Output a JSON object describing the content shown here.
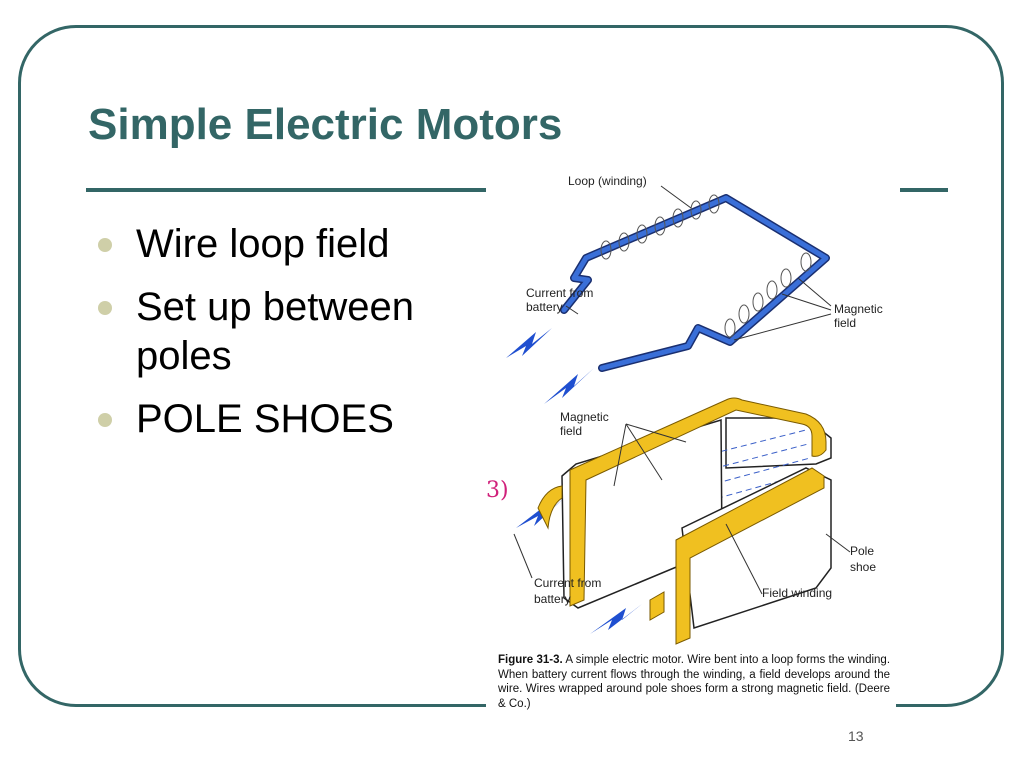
{
  "slide": {
    "title": "Simple Electric Motors",
    "bullets": [
      "Wire loop field",
      "Set up between poles",
      "POLE SHOES"
    ],
    "page_number": "13"
  },
  "figure": {
    "labels": {
      "loop_winding": "Loop (winding)",
      "current_from_battery_top_1": "Current from",
      "current_from_battery_top_2": "battery",
      "magnetic_field_top_1": "Magnetic",
      "magnetic_field_top_2": "field",
      "magnetic_field_mid_1": "Magnetic",
      "magnetic_field_mid_2": "field",
      "pole_shoe_1": "Pole",
      "pole_shoe_2": "shoe",
      "field_winding": "Field winding",
      "current_from_battery_bottom_1": "Current from",
      "current_from_battery_bottom_2": "battery",
      "handwritten_mark": "3)"
    },
    "caption_label": "Figure 31-3.",
    "caption_text": "A simple electric motor. Wire bent into a loop forms the winding. When battery current flows through the winding, a field develops around the wire. Wires wrapped around pole shoes form a strong magnetic field. (Deere & Co.)"
  },
  "colors": {
    "theme": "#336666",
    "wire": "#2f5fc8",
    "winding": "#f0c020",
    "spark": "#1f4fd0"
  }
}
